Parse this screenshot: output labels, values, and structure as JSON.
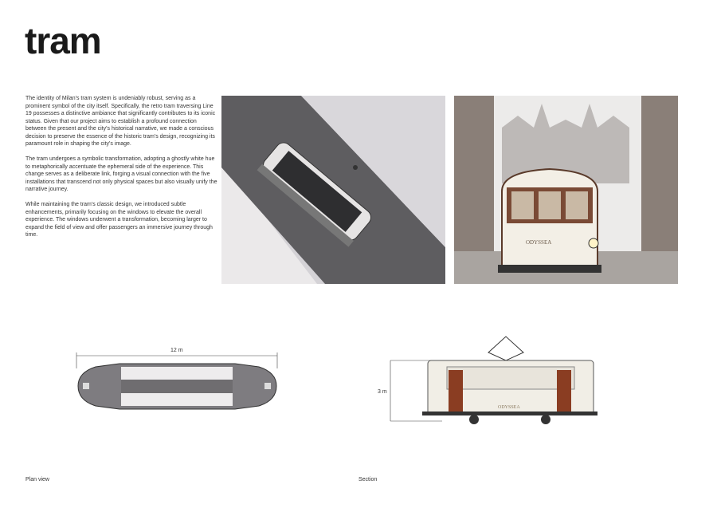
{
  "title": "tram",
  "paragraphs": [
    "The identity of Milan's tram system is undeniably robust, serving as a prominent symbol of the city itself. Specifically, the retro tram traversing Line 19 possesses a distinctive ambiance that significantly contributes to its iconic status. Given that our project aims to establish a profound connection between the present and the city's historical narrative, we made a conscious decision to preserve the essence of the historic tram's design, recognizing its paramount role in shaping the city's image.",
    "The tram undergoes a symbolic transformation, adopting a ghostly white hue to metaphorically accentuate the ephemeral side of the experience. This change serves as a deliberate link, forging a visual connection with the five installations that transcend not only physical spaces but also visually unify the narrative journey.",
    "While maintaining the tram's classic design, we introduced subtle enhancements, primarily focusing on the windows to elevate the overall experience. The windows underwent a transformation, becoming larger to expand the field of view and offer passengers an immersive journey through time."
  ],
  "plan": {
    "label": "Plan view",
    "dimension": "12 m"
  },
  "section": {
    "label": "Section",
    "dimension": "3 m",
    "logo": "ODYSSEA"
  },
  "render": {
    "logo": "ODYSSEA"
  }
}
